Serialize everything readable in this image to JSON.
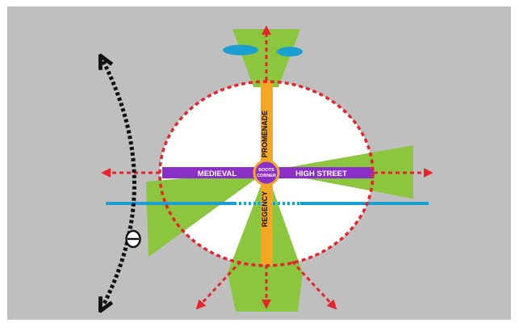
{
  "diagram": {
    "labels": {
      "promenade": "PROMENADE",
      "regency": "REGENCY",
      "medieval": "MEDIEVAL",
      "high_street": "HIGH STREET",
      "centre_line1": "BOOTS",
      "centre_line2": "CORNER"
    },
    "colors": {
      "panel_background": "#bfbfbf",
      "page_background": "#ffffff",
      "circle_fill": "#ffffff",
      "dashed_circle": "#e8232b",
      "view_cones": "#8cc63f",
      "east_west_axis": "#8b2fc9",
      "north_south_axis": "#f5a623",
      "centre_node": "#8b2fc9",
      "centre_node_ring": "#f5a623",
      "water_line": "#1b9fd0",
      "ponds": "#1b9fd0",
      "arrows": "#e8232b",
      "curved_route": "#111111"
    },
    "icons": [
      "arrowhead-icon",
      "rail-crossing-icon"
    ]
  }
}
